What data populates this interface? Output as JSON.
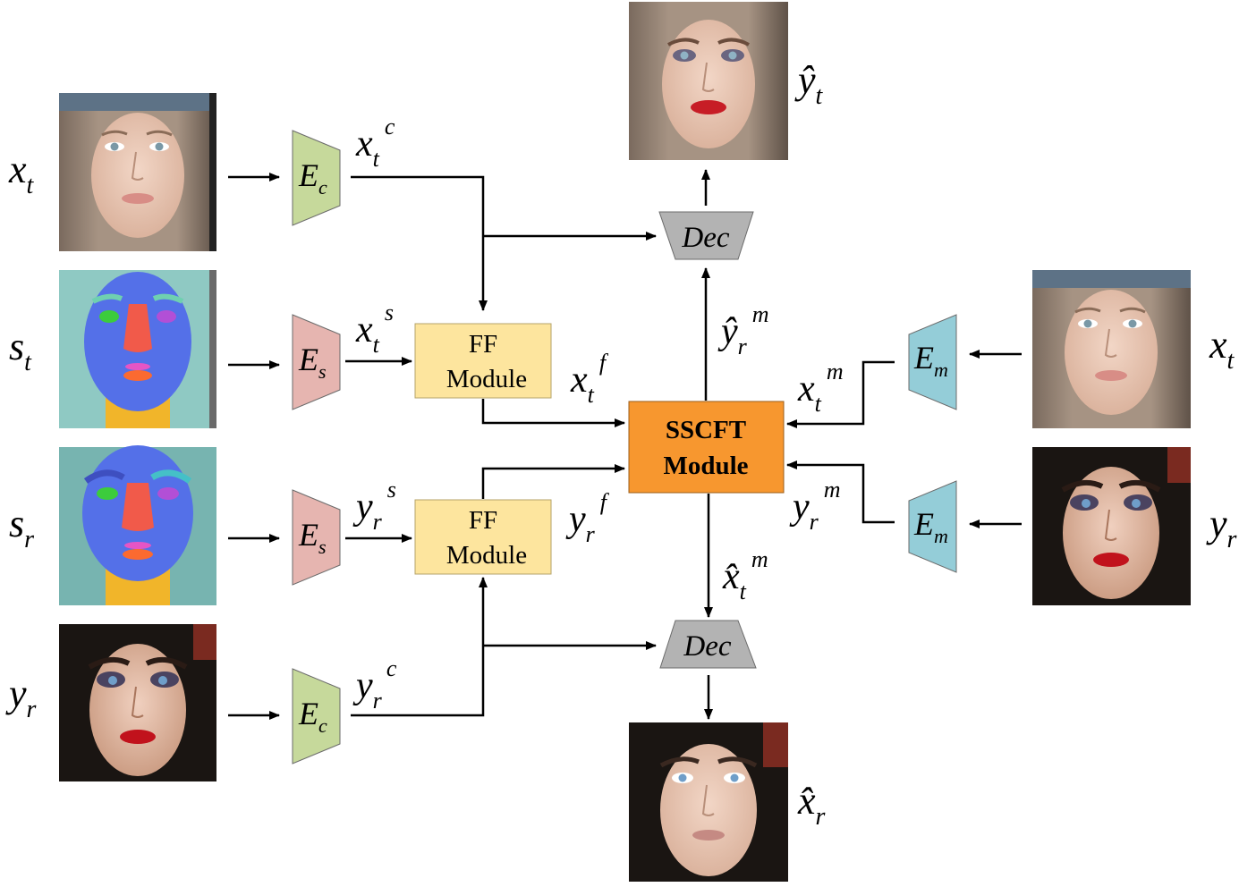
{
  "colors": {
    "encoder_content": "#c6d99b",
    "encoder_semantic": "#e6b5b0",
    "encoder_makeup": "#94cdd8",
    "decoder": "#b3b3b3",
    "ff_module": "#fde59e",
    "sscft_module": "#f7972f",
    "line": "#000000"
  },
  "inputs_left": [
    {
      "letter": "x",
      "sub": "t",
      "image": "face-natural-photo"
    },
    {
      "letter": "s",
      "sub": "t",
      "image": "face-parsing-map"
    },
    {
      "letter": "s",
      "sub": "r",
      "image": "face-parsing-map"
    },
    {
      "letter": "y",
      "sub": "r",
      "image": "face-makeup-photo"
    }
  ],
  "inputs_right": [
    {
      "letter": "x",
      "sub": "t",
      "image": "face-natural-photo"
    },
    {
      "letter": "y",
      "sub": "r",
      "image": "face-makeup-photo"
    }
  ],
  "encoders": {
    "ec": {
      "letter": "E",
      "sub": "c"
    },
    "es": {
      "letter": "E",
      "sub": "s"
    },
    "em": {
      "letter": "E",
      "sub": "m"
    }
  },
  "features": {
    "xt_c": {
      "letter": "x",
      "sub": "t",
      "sup": "c"
    },
    "xt_s": {
      "letter": "x",
      "sub": "t",
      "sup": "s"
    },
    "xt_f": {
      "letter": "x",
      "sub": "t",
      "sup": "f"
    },
    "yr_s": {
      "letter": "y",
      "sub": "r",
      "sup": "s"
    },
    "yr_f": {
      "letter": "y",
      "sub": "r",
      "sup": "f"
    },
    "yr_c": {
      "letter": "y",
      "sub": "r",
      "sup": "c"
    },
    "xt_m": {
      "letter": "x",
      "sub": "t",
      "sup": "m"
    },
    "yr_m": {
      "letter": "y",
      "sub": "r",
      "sup": "m"
    },
    "yhat_r_m": {
      "letter": "ŷ",
      "sub": "r",
      "sup": "m"
    },
    "xhat_t_m": {
      "letter": "x̂",
      "sub": "t",
      "sup": "m"
    }
  },
  "modules": {
    "ff_line1": "FF",
    "ff_line2": "Module",
    "sscft_line1": "SSCFT",
    "sscft_line2": "Module",
    "dec": "Dec"
  },
  "outputs": {
    "top": {
      "letter": "ŷ",
      "sub": "t",
      "image": "face-makeup-transfer-result"
    },
    "bottom": {
      "letter": "x̂",
      "sub": "r",
      "image": "face-makeup-removal-result"
    }
  }
}
